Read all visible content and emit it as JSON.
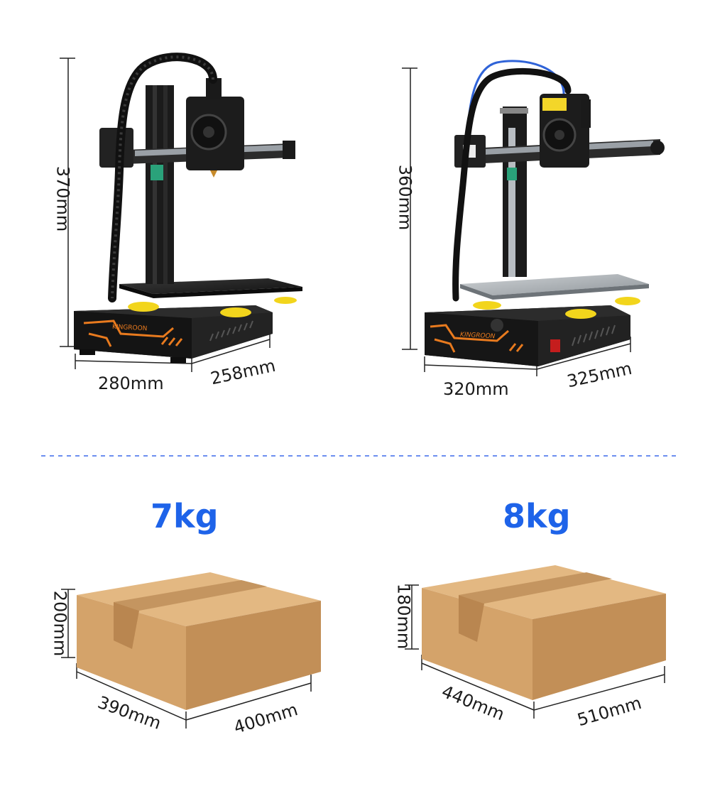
{
  "printers": [
    {
      "height": "370mm",
      "width": "280mm",
      "depth": "258mm",
      "brand_label": "KINGROON",
      "accent_color": "#e87a1e",
      "frame_color": "#1b1b1b"
    },
    {
      "height": "360mm",
      "width": "320mm",
      "depth": "325mm",
      "brand_label": "KINGROON",
      "accent_color": "#e87a1e",
      "frame_color": "#1b1b1b",
      "filament_color": "#2f63d8"
    }
  ],
  "packages": [
    {
      "weight": "7kg",
      "height": "200mm",
      "depth": "390mm",
      "width": "400mm"
    },
    {
      "weight": "8kg",
      "height": "180mm",
      "depth": "440mm",
      "width": "510mm"
    }
  ],
  "colors": {
    "weight_text": "#1e63e9",
    "divider": "#6c8ef0",
    "box_top": "#e3b882",
    "box_front": "#d4a36a",
    "box_side": "#c28f57",
    "tape": "#c49560"
  }
}
